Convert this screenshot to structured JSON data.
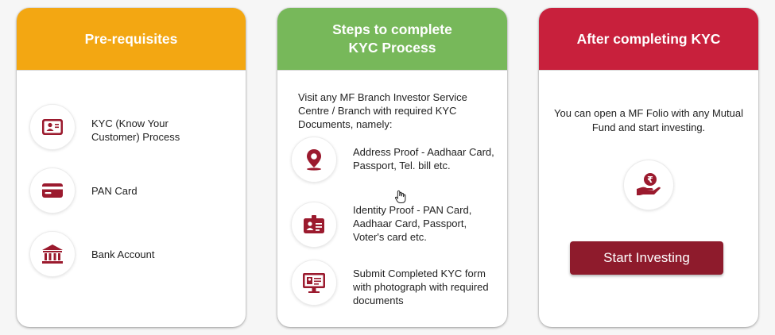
{
  "prerequisites": {
    "title": "Pre-requisites",
    "items": [
      {
        "label": "KYC (Know Your Customer) Process",
        "icon": "id-card-icon"
      },
      {
        "label": "PAN Card",
        "icon": "credit-card-icon"
      },
      {
        "label": "Bank Account",
        "icon": "bank-icon"
      }
    ]
  },
  "steps": {
    "title": "Steps to complete\nKYC Process",
    "intro": "Visit any MF Branch Investor Service Centre / Branch with required KYC Documents, namely:",
    "items": [
      {
        "label": "Address Proof - Aadhaar Card, Passport, Tel. bill etc.",
        "icon": "location-pin-icon"
      },
      {
        "label": "Identity Proof - PAN Card, Aadhaar Card, Passport, Voter's card etc.",
        "icon": "identity-card-icon"
      },
      {
        "label": "Submit Completed KYC form with photograph with required documents",
        "icon": "monitor-form-icon"
      }
    ]
  },
  "after": {
    "title": "After completing KYC",
    "description": "You can open a MF Folio with any Mutual Fund and start investing.",
    "icon": "rupee-hand-icon",
    "button_label": "Start Investing"
  },
  "colors": {
    "prerequisites_header": "#f3a712",
    "steps_header": "#77b85a",
    "after_header": "#c8203c",
    "icon_red": "#9b1a2e",
    "button": "#8e1b2c"
  }
}
